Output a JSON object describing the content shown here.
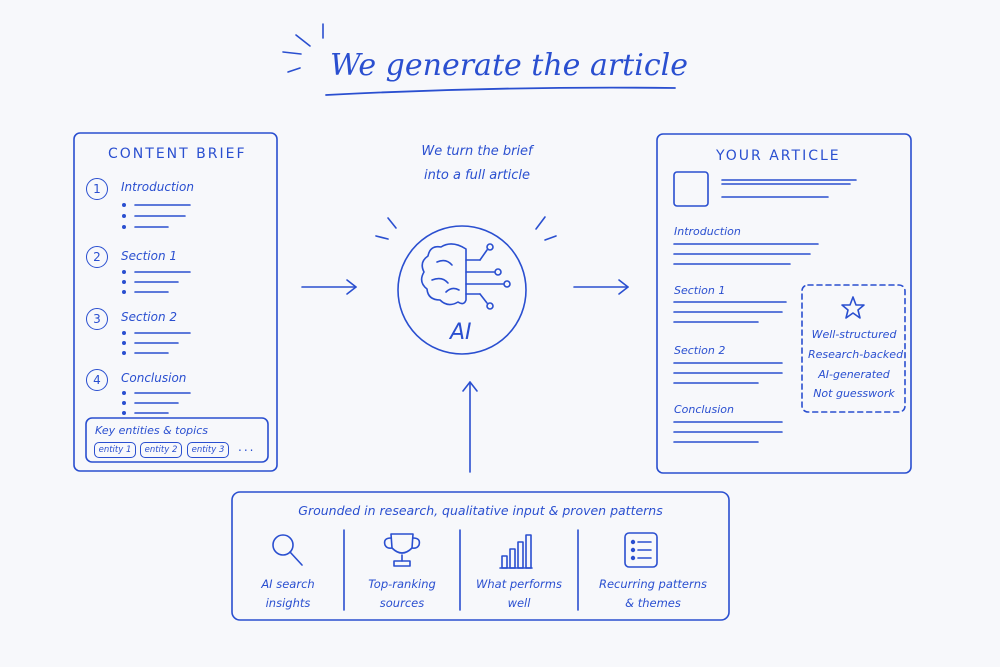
{
  "title": "We generate the article",
  "brief": {
    "title": "CONTENT BRIEF",
    "items": [
      {
        "num": "1",
        "label": "Introduction"
      },
      {
        "num": "2",
        "label": "Section 1"
      },
      {
        "num": "3",
        "label": "Section 2"
      },
      {
        "num": "4",
        "label": "Conclusion"
      }
    ],
    "entities_label": "Key entities & topics",
    "entities": [
      "entity 1",
      "entity 2",
      "entity 3"
    ],
    "more": "..."
  },
  "center": {
    "caption_line1": "We turn the brief",
    "caption_line2": "into a full article",
    "ai_label": "AI"
  },
  "article": {
    "title": "YOUR ARTICLE",
    "sections": [
      "Introduction",
      "Section 1",
      "Section 2",
      "Conclusion"
    ],
    "qualities": [
      "Well-structured",
      "Research-backed",
      "AI-generated",
      "Not guesswork"
    ]
  },
  "grounding": {
    "title": "Grounded in research, qualitative input & proven patterns",
    "features": [
      {
        "icon": "magnifier-icon",
        "line1": "AI search",
        "line2": "insights"
      },
      {
        "icon": "trophy-icon",
        "line1": "Top-ranking",
        "line2": "sources"
      },
      {
        "icon": "bar-chart-icon",
        "line1": "What performs",
        "line2": "well"
      },
      {
        "icon": "list-icon",
        "line1": "Recurring patterns",
        "line2": "& themes"
      }
    ]
  },
  "colors": {
    "ink": "#2a4fd0",
    "background": "#f7f8fb"
  }
}
